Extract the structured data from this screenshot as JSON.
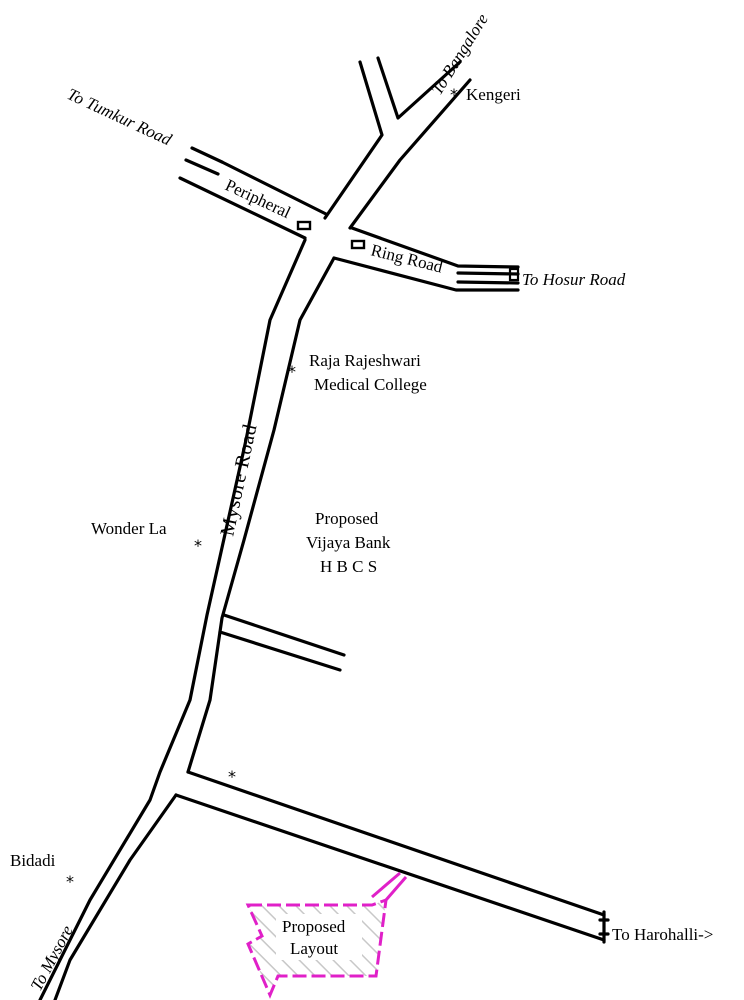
{
  "colors": {
    "road": "#000000",
    "layout_outline": "#e020c8",
    "layout_hatch": "#c8c8c8"
  },
  "labels": {
    "to_bangalore": "To Bangalore",
    "kengeri": "Kengeri",
    "to_tumkur_road": "To Tumkur Road",
    "peripheral": "Peripheral",
    "ring_road": "Ring Road",
    "to_hosur_road": "To Hosur Road",
    "rajarajeshwari_line1": "Raja Rajeshwari",
    "rajarajeshwari_line2": "Medical College",
    "mysore_road": "Mysore Road",
    "wonder_la": "Wonder La",
    "proposed_bank_line1": "Proposed",
    "proposed_bank_line2": "Vijaya Bank",
    "proposed_bank_line3": "H B C S",
    "bidadi": "Bidadi",
    "to_mysore": "To Mysore",
    "to_harohalli": "To Harohalli->",
    "proposed_layout_line1": "Proposed",
    "proposed_layout_line2": "Layout"
  },
  "markers": {
    "symbol": "*"
  }
}
